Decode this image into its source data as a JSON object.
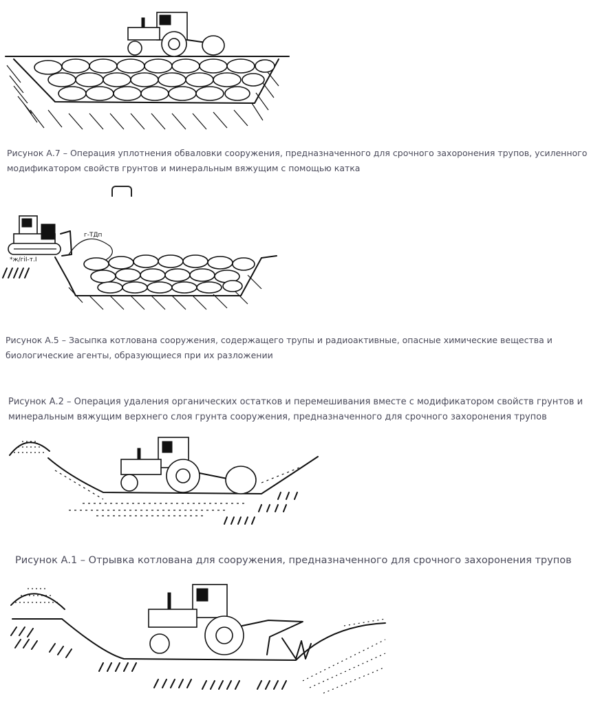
{
  "figures": [
    {
      "id": "a7",
      "caption": "Рисунок А.7 – Операция уплотнения обваловки сооружения, предназначенного для срочного захоронения трупов, усиленного модификатором свойств грунтов и минеральным вяжущим с помощью катка"
    },
    {
      "id": "a5",
      "caption": "Рисунок А.5 – Засыпка котлована сооружения, содержащего трупы и радиоактивные, опасные химические вещества и биологические агенты, образующиеся при их разложении",
      "drawing_labels": {
        "tdp": "г-ТДп",
        "zhril": "*ж/гіІ-т.І"
      }
    },
    {
      "id": "a2",
      "caption": "Рисунок А.2 – Операция удаления органических остатков и перемешивания вместе с модификатором свойств грунтов и минеральным вяжущим верхнего слоя грунта сооружения, предназначенного для срочного захоронения трупов"
    },
    {
      "id": "a1",
      "caption": "Рисунок А.1 – Отрывка котлована для сооружения, предназначенного для срочного захоронения трупов"
    }
  ]
}
